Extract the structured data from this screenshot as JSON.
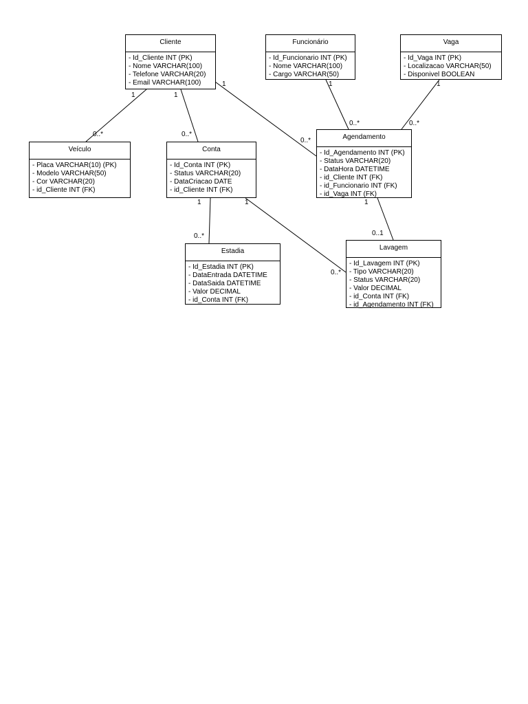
{
  "entities": {
    "cliente": {
      "name": "Cliente",
      "attributes": [
        "- Id_Cliente INT (PK)",
        "- Nome VARCHAR(100)",
        "- Telefone VARCHAR(20)",
        "- Email VARCHAR(100)"
      ]
    },
    "funcionario": {
      "name": "Funcionário",
      "attributes": [
        "- Id_Funcionario INT (PK)",
        "- Nome VARCHAR(100)",
        "- Cargo VARCHAR(50)"
      ]
    },
    "vaga": {
      "name": "Vaga",
      "attributes": [
        "- Id_Vaga INT (PK)",
        "- Localizacao VARCHAR(50)",
        "- Disponivel BOOLEAN"
      ]
    },
    "veiculo": {
      "name": "Veículo",
      "attributes": [
        "- Placa VARCHAR(10) (PK)",
        "- Modelo VARCHAR(50)",
        "- Cor VARCHAR(20)",
        "- id_Cliente INT (FK)"
      ]
    },
    "conta": {
      "name": "Conta",
      "attributes": [
        "- Id_Conta INT (PK)",
        "- Status VARCHAR(20)",
        "- DataCriacao DATE",
        "- id_Cliente INT (FK)"
      ]
    },
    "agendamento": {
      "name": "Agendamento",
      "attributes": [
        "- Id_Agendamento INT (PK)",
        "- Status VARCHAR(20)",
        "- DataHora DATETIME",
        "- id_Cliente INT (FK)",
        "- id_Funcionario INT (FK)",
        "- id_Vaga INT (FK)"
      ]
    },
    "estadia": {
      "name": "Estadia",
      "attributes": [
        "- Id_Estadia INT (PK)",
        "- DataEntrada DATETIME",
        "- DataSaida DATETIME",
        "- Valor DECIMAL",
        "- id_Conta INT (FK)"
      ]
    },
    "lavagem": {
      "name": "Lavagem",
      "attributes": [
        "- Id_Lavagem INT (PK)",
        "- Tipo VARCHAR(20)",
        "- Status VARCHAR(20)",
        "- Valor DECIMAL",
        "- id_Conta INT (FK)",
        "- id_Agendamento INT (FK)"
      ]
    }
  },
  "relationships": [
    {
      "from": "cliente",
      "to": "veiculo",
      "from_mult": "1",
      "to_mult": "0..*"
    },
    {
      "from": "cliente",
      "to": "conta",
      "from_mult": "1",
      "to_mult": "0..*"
    },
    {
      "from": "cliente",
      "to": "agendamento",
      "from_mult": "1",
      "to_mult": "0..*"
    },
    {
      "from": "funcionario",
      "to": "agendamento",
      "from_mult": "1",
      "to_mult": "0..*"
    },
    {
      "from": "vaga",
      "to": "agendamento",
      "from_mult": "1",
      "to_mult": "0..*"
    },
    {
      "from": "conta",
      "to": "estadia",
      "from_mult": "1",
      "to_mult": "0..*"
    },
    {
      "from": "conta",
      "to": "lavagem",
      "from_mult": "1",
      "to_mult": "0..*"
    },
    {
      "from": "agendamento",
      "to": "lavagem",
      "from_mult": "1",
      "to_mult": "0..1"
    }
  ]
}
